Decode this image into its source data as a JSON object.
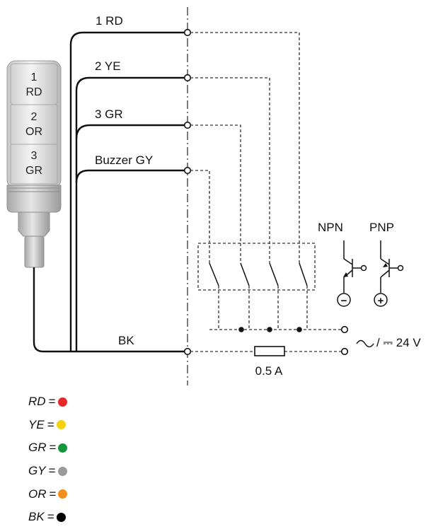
{
  "wires": {
    "w1": "1 RD",
    "w2": "2 YE",
    "w3": "3 GR",
    "w4": "Buzzer GY",
    "bk": "BK"
  },
  "modules": [
    {
      "num": "1",
      "code": "RD"
    },
    {
      "num": "2",
      "code": "OR"
    },
    {
      "num": "3",
      "code": "GR"
    }
  ],
  "switching": {
    "npn": "NPN",
    "pnp": "PNP",
    "minus": "−",
    "plus": "+"
  },
  "supply": {
    "voltage": "/ ⎓ 24 V",
    "fuse": "0.5 A"
  },
  "legend": [
    {
      "code": "RD",
      "color": "#e8272a"
    },
    {
      "code": "YE",
      "color": "#f4d20f"
    },
    {
      "code": "GR",
      "color": "#17963d"
    },
    {
      "code": "GY",
      "color": "#9a9a9a"
    },
    {
      "code": "OR",
      "color": "#f18e1c"
    },
    {
      "code": "BK",
      "color": "#000000"
    }
  ]
}
